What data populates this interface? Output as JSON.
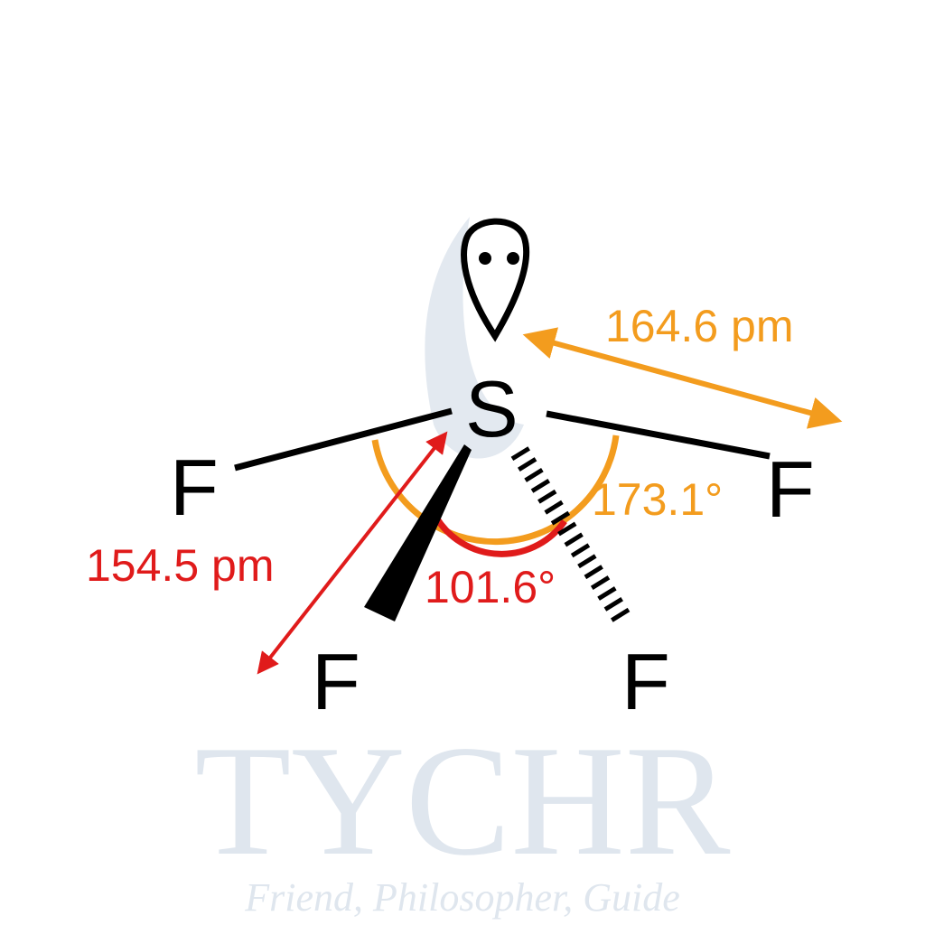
{
  "watermark": {
    "brand": "TYCHR",
    "tagline": "Friend, Philosopher, Guide"
  },
  "atoms": {
    "center": "S",
    "left": "F",
    "right": "F",
    "bottom_left": "F",
    "bottom_right": "F"
  },
  "labels": {
    "axial_bond_length": "164.6 pm",
    "equatorial_bond_length": "154.5 pm",
    "axial_angle": "173.1°",
    "equatorial_angle": "101.6°"
  },
  "colors": {
    "axial": "#f39c1e",
    "equatorial": "#e01b1b",
    "bond": "#000000",
    "watermark": "#dfe6ee"
  }
}
